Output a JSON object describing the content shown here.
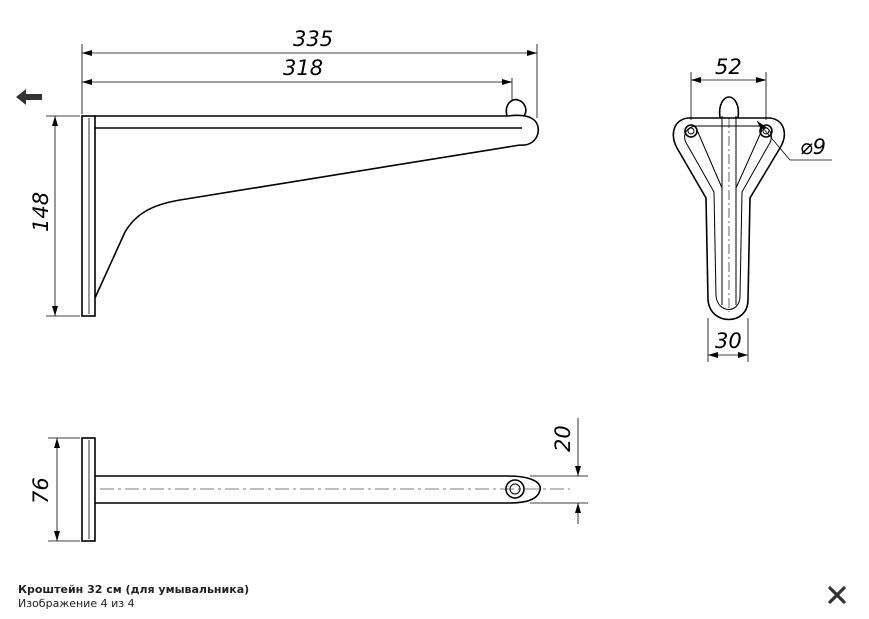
{
  "caption": {
    "title": "Кроштейн 32 см (для умывальника)",
    "counter": "Изображение 4 из 4"
  },
  "navigation": {
    "prev_icon": "arrow-left-icon",
    "close_icon": "close-x-icon"
  },
  "drawing": {
    "dimensions": {
      "overall_length": "335",
      "arm_length": "318",
      "height": "148",
      "top_width": "52",
      "hole_diameter": "⌀9",
      "bottom_width": "30",
      "plate_width": "76",
      "hole_offset": "20"
    }
  },
  "colors": {
    "line": "#000000",
    "background": "#ffffff",
    "caption_text": "#222222"
  }
}
